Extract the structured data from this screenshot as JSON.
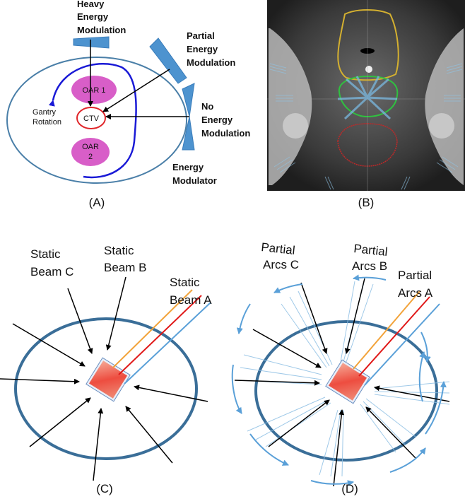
{
  "panelA": {
    "caption": "(A)",
    "heavy": [
      "Heavy",
      "Energy",
      "Modulation"
    ],
    "partial": [
      "Partial",
      "Energy",
      "Modulation"
    ],
    "none": [
      "No",
      "Energy",
      "Modulation"
    ],
    "modulator": [
      "Energy",
      "Modulator"
    ],
    "gantry": [
      "Gantry",
      "Rotation"
    ],
    "oar1": "OAR 1",
    "oar2": [
      "OAR",
      "2"
    ],
    "ctv": "CTV",
    "colors": {
      "oar": "#d85ec8",
      "ctv": "#e0262a",
      "arc": "#1a1ad6",
      "wedge": "#4d93cf",
      "body": "#4a7fa8"
    }
  },
  "panelB": {
    "caption": "(B)"
  },
  "panelC": {
    "caption": "(C)",
    "beamC": [
      "Static",
      "Beam C"
    ],
    "beamB": [
      "Static",
      "Beam B"
    ],
    "beamA": [
      "Static",
      "Beam A"
    ]
  },
  "panelD": {
    "caption": "(D)",
    "arcsC": [
      "Partial",
      "Arcs  C"
    ],
    "arcsB": [
      "Partial",
      "Arcs  B"
    ],
    "arcsA": [
      "Partial",
      "Arcs  A"
    ]
  }
}
